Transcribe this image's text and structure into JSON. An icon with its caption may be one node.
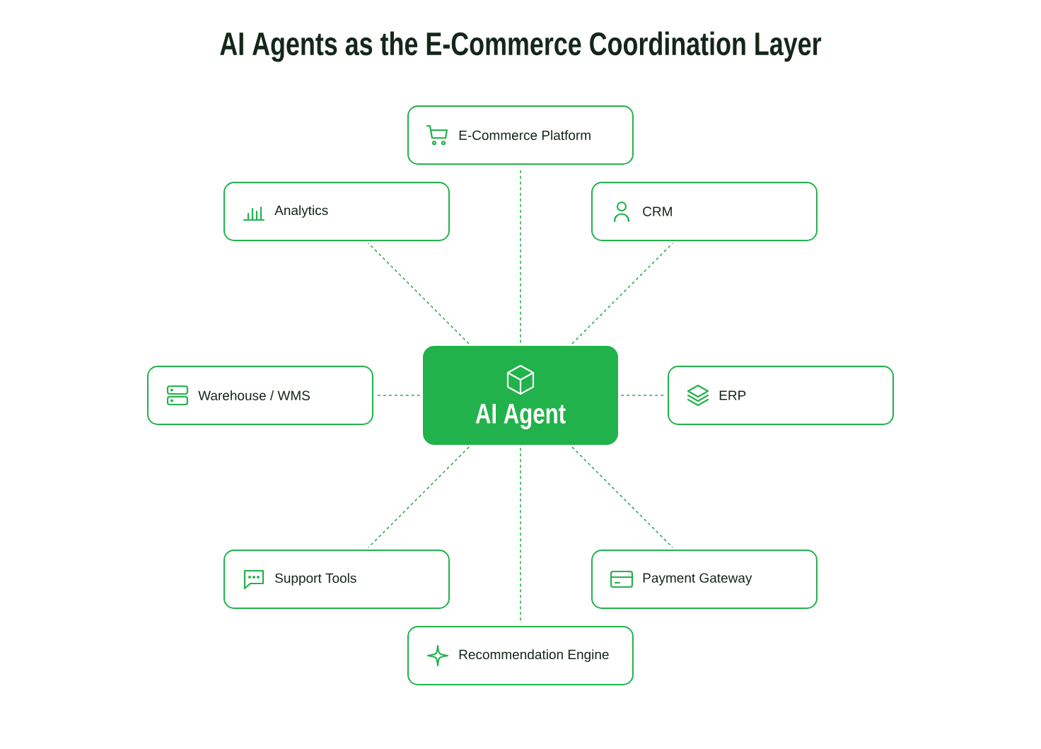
{
  "diagram": {
    "title": "AI Agents as the E-Commerce Coordination Layer",
    "nodes": [
      {
        "text": [
          "E-Commerce Platform"
        ]
      },
      {
        "text": [
          "Analytics"
        ]
      },
      {
        "text": [
          "CRM"
        ]
      },
      {
        "text": [
          "Warehouse / WMS"
        ]
      },
      {
        "text": [
          "AI Agent"
        ]
      },
      {
        "text": [
          "ERP"
        ]
      },
      {
        "text": [
          "Support Tools"
        ]
      },
      {
        "text": [
          "Payment Gateway"
        ]
      },
      {
        "text": [
          "Recommendation Engine"
        ]
      }
    ],
    "edges": [
      {
        "from": 4,
        "to": 0,
        "arrow": "none",
        "style": "dashed"
      },
      {
        "from": 4,
        "to": 1,
        "arrow": "none",
        "style": "dashed"
      },
      {
        "from": 4,
        "to": 2,
        "arrow": "none",
        "style": "dashed"
      },
      {
        "from": 4,
        "to": 3,
        "arrow": "none",
        "style": "dashed"
      },
      {
        "from": 4,
        "to": 5,
        "arrow": "none",
        "style": "dashed"
      },
      {
        "from": 4,
        "to": 6,
        "arrow": "none",
        "style": "dashed"
      },
      {
        "from": 4,
        "to": 7,
        "arrow": "none",
        "style": "dashed"
      },
      {
        "from": 4,
        "to": 8,
        "arrow": "none",
        "style": "dashed"
      }
    ]
  }
}
